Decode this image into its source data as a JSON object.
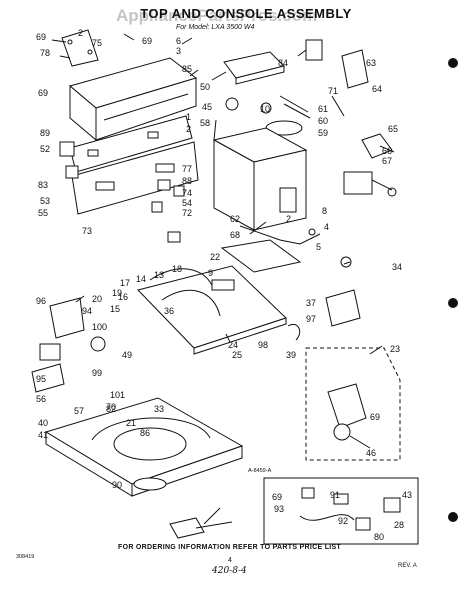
{
  "header": {
    "title": "TOP AND CONSOLE ASSEMBLY",
    "subtitle": "For Model: LXA 3500 W4",
    "watermark": "AppliancePartsPros.com"
  },
  "footer": {
    "ordering_note": "FOR ORDERING INFORMATION REFER TO PARTS PRICE LIST",
    "page_number": "4",
    "handwritten_note": "420-8-4",
    "document_number": "308419",
    "revision": "REV. A"
  },
  "callouts": [
    "69",
    "2",
    "75",
    "69",
    "6",
    "3",
    "78",
    "85",
    "69",
    "50",
    "84",
    "63",
    "64",
    "45",
    "10",
    "71",
    "61",
    "60",
    "58",
    "59",
    "89",
    "1",
    "2",
    "65",
    "52",
    "77",
    "66",
    "67",
    "83",
    "88",
    "53",
    "74",
    "54",
    "55",
    "72",
    "73",
    "62",
    "2",
    "8",
    "68",
    "4",
    "5",
    "22",
    "34",
    "18",
    "13",
    "14",
    "17",
    "9",
    "19",
    "96",
    "20",
    "16",
    "94",
    "15",
    "36",
    "37",
    "97",
    "100",
    "49",
    "39",
    "23",
    "24",
    "25",
    "98",
    "95",
    "99",
    "56",
    "101",
    "82",
    "57",
    "33",
    "70",
    "40",
    "21",
    "69",
    "41",
    "86",
    "46",
    "90",
    "43",
    "69",
    "93",
    "91",
    "92",
    "28",
    "80"
  ],
  "figure_labels": {
    "inset_reference": "A-8459-A"
  },
  "colors": {
    "ink": "#111111",
    "paper": "#ffffff",
    "watermark": "#9a9a9a"
  }
}
